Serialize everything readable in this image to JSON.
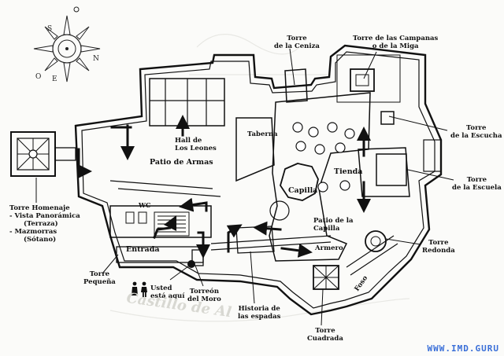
{
  "labels": {
    "torre_ceniza": [
      "Torre",
      "de la Ceniza"
    ],
    "torre_campanas": [
      "Torre de las Campanas",
      "o de la Miga"
    ],
    "torre_escucha": [
      "Torre",
      "de la Escucha"
    ],
    "torre_escuela": [
      "Torre",
      "de la Escuela"
    ],
    "torre_redonda": [
      "Torre",
      "Redonda"
    ],
    "torre_cuadrada": [
      "Torre",
      "Cuadrada"
    ],
    "torre_homenaje": [
      "Torre Homenaje",
      "- Vista Panorámica",
      "(Terraza)",
      "- Mazmorras",
      "(Sótano)"
    ],
    "torre_pequena": [
      "Torre",
      "Pequeña"
    ],
    "torreon_moro": [
      "Torreón",
      "del Moro"
    ],
    "historia_espadas": [
      "Historia de",
      "las espadas"
    ],
    "usted_aqui": [
      "Usted",
      "está aquí"
    ],
    "hall_leones": [
      "Hall de",
      "Los Leones"
    ],
    "taberna": "Taberna",
    "patio_armas": "Patio de Armas",
    "tienda": "Tienda",
    "capilla": "Capilla",
    "patio_capilla": [
      "Patio de la",
      "Capilla"
    ],
    "armero": "Armero",
    "entrada": "Entrada",
    "wc": "WC",
    "foso": "Foso",
    "castle_title": "Castillo de Al",
    "watermark": "WWW.IMD.GURU"
  },
  "compass": {
    "letters": [
      "O",
      "S",
      "E",
      "N"
    ]
  },
  "colors": {
    "ink": "#111111",
    "paper": "#fbfbf9",
    "watermark": "#3a6fd8"
  }
}
